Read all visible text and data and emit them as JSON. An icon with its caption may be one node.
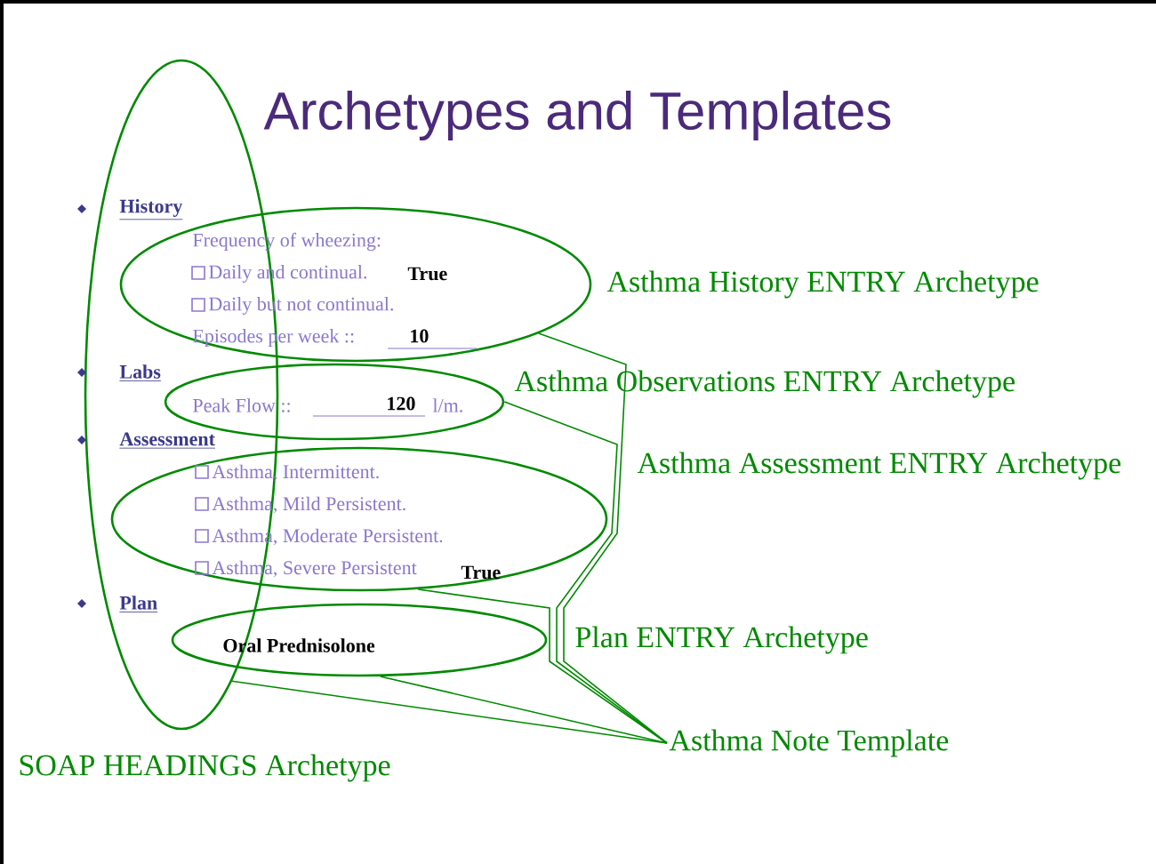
{
  "diagram": {
    "title": "Archetypes and Templates",
    "nodes": [
      {
        "text": [],
        "shape": "ellipse",
        "beside": [
          "Asthma History ENTRY Archetype"
        ]
      },
      {
        "text": [],
        "shape": "ellipse",
        "beside": [
          "Asthma Observations ENTRY Archetype"
        ]
      },
      {
        "text": [],
        "shape": "ellipse",
        "beside": [
          "Asthma Assessment ENTRY Archetype"
        ]
      },
      {
        "text": [],
        "shape": "ellipse",
        "beside": [
          "Plan ENTRY Archetype"
        ]
      },
      {
        "text": [
          "Asthma Note Template"
        ]
      },
      {
        "text": [],
        "shape": "ellipse",
        "beside": [
          "SOAP HEADINGS Archetype"
        ]
      }
    ],
    "edges": [
      {
        "from": 0,
        "to": 4,
        "arrow": "none"
      },
      {
        "from": 1,
        "to": 4,
        "arrow": "none"
      },
      {
        "from": 2,
        "to": 4,
        "arrow": "none"
      },
      {
        "from": 3,
        "to": 4,
        "arrow": "none"
      },
      {
        "from": 5,
        "to": 4,
        "arrow": "none"
      }
    ],
    "labels": [
      "History",
      "Frequency of wheezing:",
      "Daily and continual.",
      "True",
      "Daily but not continual.",
      "Episodes per week ::",
      "10",
      "Labs",
      "Peak Flow ::",
      "120",
      "l/m.",
      "Assessment",
      "Asthma, Intermittent.",
      "Asthma, Mild Persistent.",
      "Asthma, Moderate Persistent.",
      "Asthma, Severe Persistent",
      "True",
      "Plan",
      "Oral Prednisolone"
    ]
  }
}
